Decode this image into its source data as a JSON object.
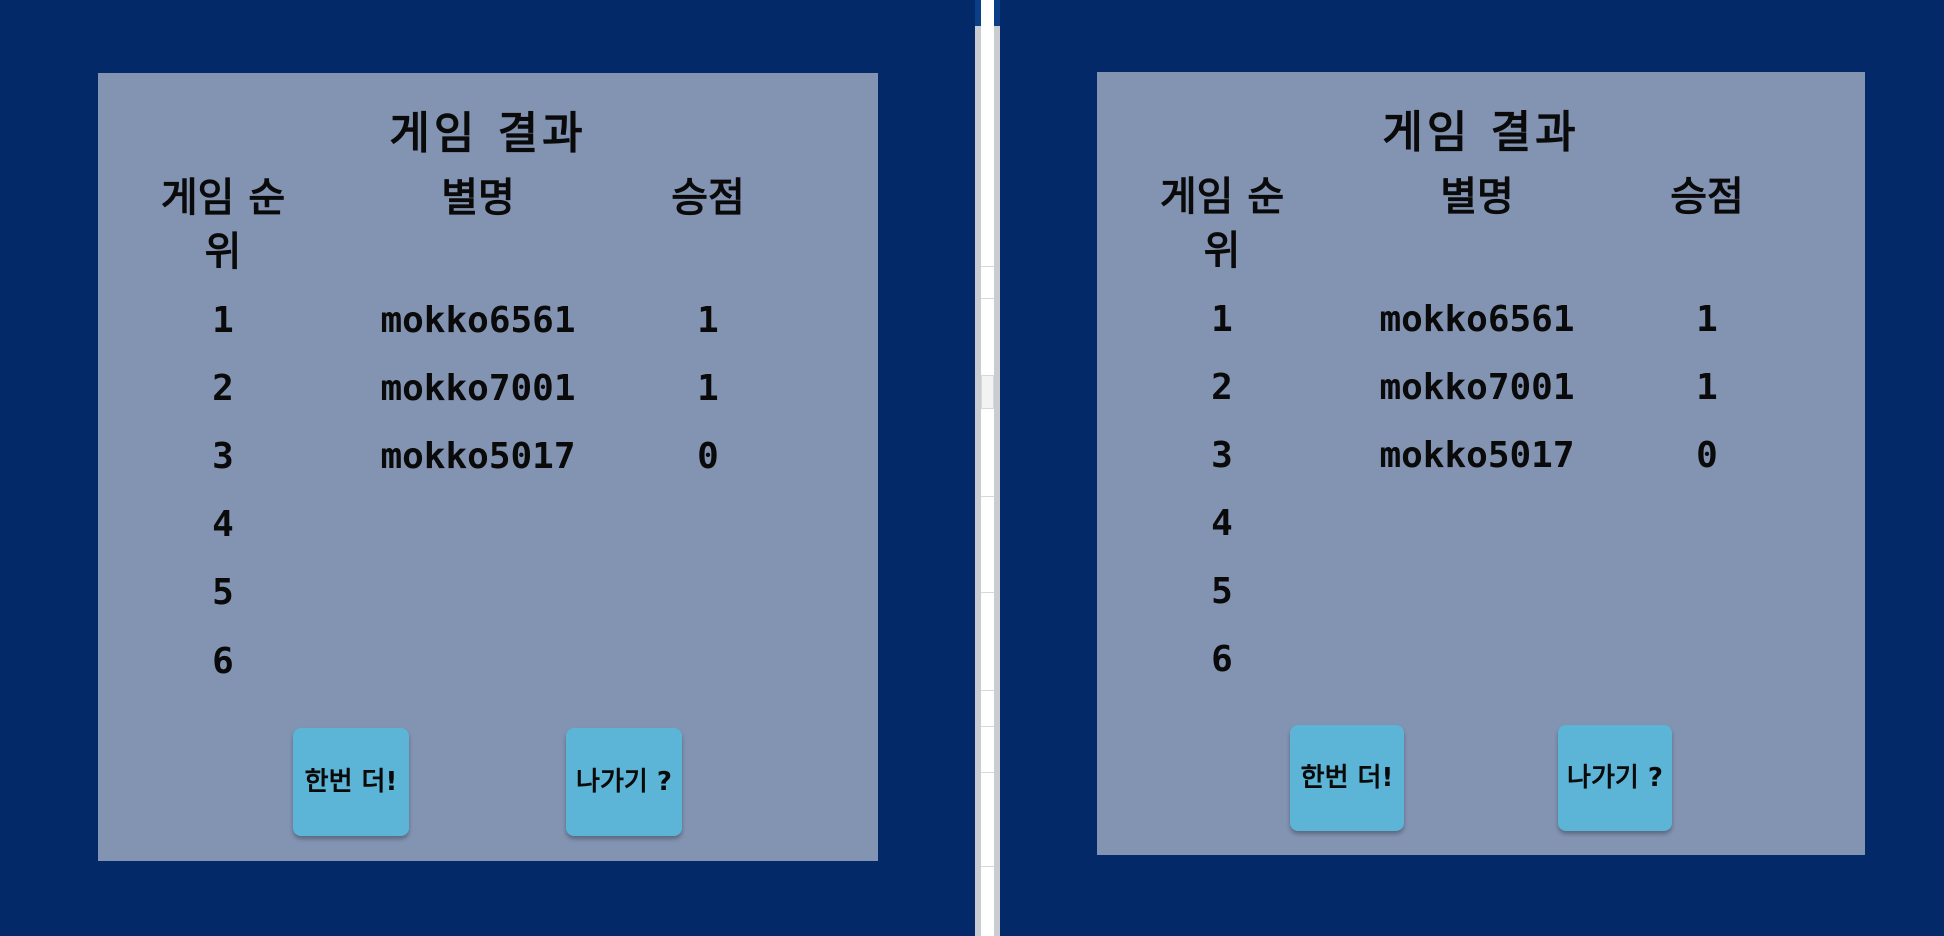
{
  "screens": [
    {
      "title": "게임 결과",
      "headers": {
        "rank": "게임 순위",
        "name": "별명",
        "score": "승점"
      },
      "rows": [
        {
          "rank": "1",
          "name": "mokko6561",
          "score": "1"
        },
        {
          "rank": "2",
          "name": "mokko7001",
          "score": "1"
        },
        {
          "rank": "3",
          "name": "mokko5017",
          "score": "0"
        },
        {
          "rank": "4",
          "name": "",
          "score": ""
        },
        {
          "rank": "5",
          "name": "",
          "score": ""
        },
        {
          "rank": "6",
          "name": "",
          "score": ""
        }
      ],
      "buttons": {
        "again": "한번 더!",
        "exit": "나가기 ?"
      }
    },
    {
      "title": "게임 결과",
      "headers": {
        "rank": "게임 순위",
        "name": "별명",
        "score": "승점"
      },
      "rows": [
        {
          "rank": "1",
          "name": "mokko6561",
          "score": "1"
        },
        {
          "rank": "2",
          "name": "mokko7001",
          "score": "1"
        },
        {
          "rank": "3",
          "name": "mokko5017",
          "score": "0"
        },
        {
          "rank": "4",
          "name": "",
          "score": ""
        },
        {
          "rank": "5",
          "name": "",
          "score": ""
        },
        {
          "rank": "6",
          "name": "",
          "score": ""
        }
      ],
      "buttons": {
        "again": "한번 더!",
        "exit": "나가기 ?"
      }
    }
  ],
  "colors": {
    "background": "#042968",
    "panel": "#8394b3",
    "button": "#5cb5d6",
    "text": "#0a0a0a"
  }
}
